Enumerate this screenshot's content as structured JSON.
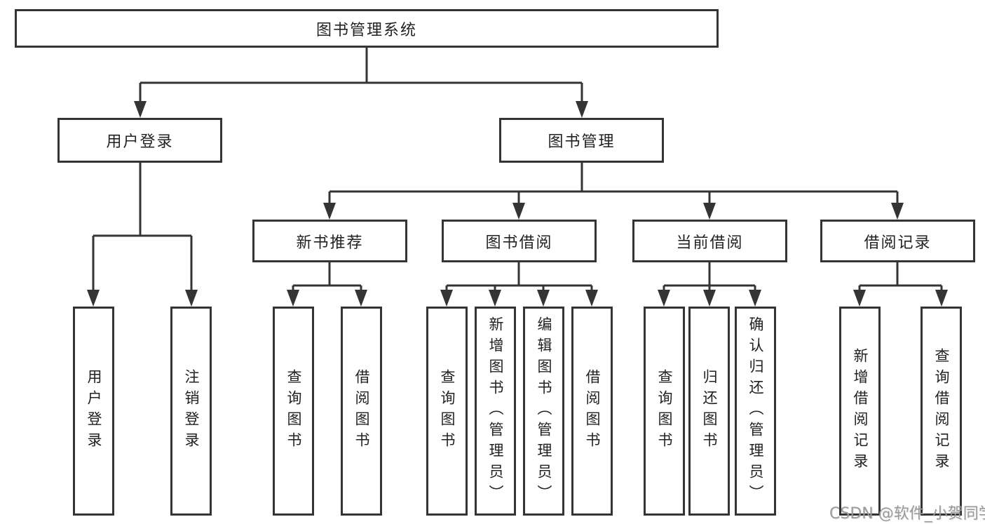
{
  "diagram_title": "图书管理系统",
  "nodes": {
    "root": {
      "label": "图书管理系统"
    },
    "user_login": {
      "label": "用户登录"
    },
    "book_management": {
      "label": "图书管理"
    },
    "new_book_recommend": {
      "label": "新书推荐"
    },
    "book_borrowing": {
      "label": "图书借阅"
    },
    "current_borrowing": {
      "label": "当前借阅"
    },
    "borrowing_records": {
      "label": "借阅记录"
    },
    "leaves": {
      "user_login": {
        "label": "用户登录"
      },
      "logout": {
        "label": "注销登录"
      },
      "query_books_recommend": {
        "label": "查询图书"
      },
      "borrow_books_recommend": {
        "label": "借阅图书"
      },
      "query_books_borrowing": {
        "label": "查询图书"
      },
      "add_book_admin": {
        "label": "新增图书（管理员）"
      },
      "edit_book_admin": {
        "label": "编辑图书（管理员）"
      },
      "borrow_books_borrowing": {
        "label": "借阅图书"
      },
      "query_books_current": {
        "label": "查询图书"
      },
      "return_book": {
        "label": "归还图书"
      },
      "confirm_return_admin": {
        "label": "确认归还（管理员）"
      },
      "add_borrow_record": {
        "label": "新增借阅记录"
      },
      "query_borrow_record": {
        "label": "查询借阅记录"
      }
    }
  },
  "watermark": {
    "text": "CSDN @软件_小贺同学"
  },
  "colors": {
    "line": "#343434",
    "text": "#222222",
    "background": "#ffffff",
    "watermark": "#9a9a9a"
  }
}
